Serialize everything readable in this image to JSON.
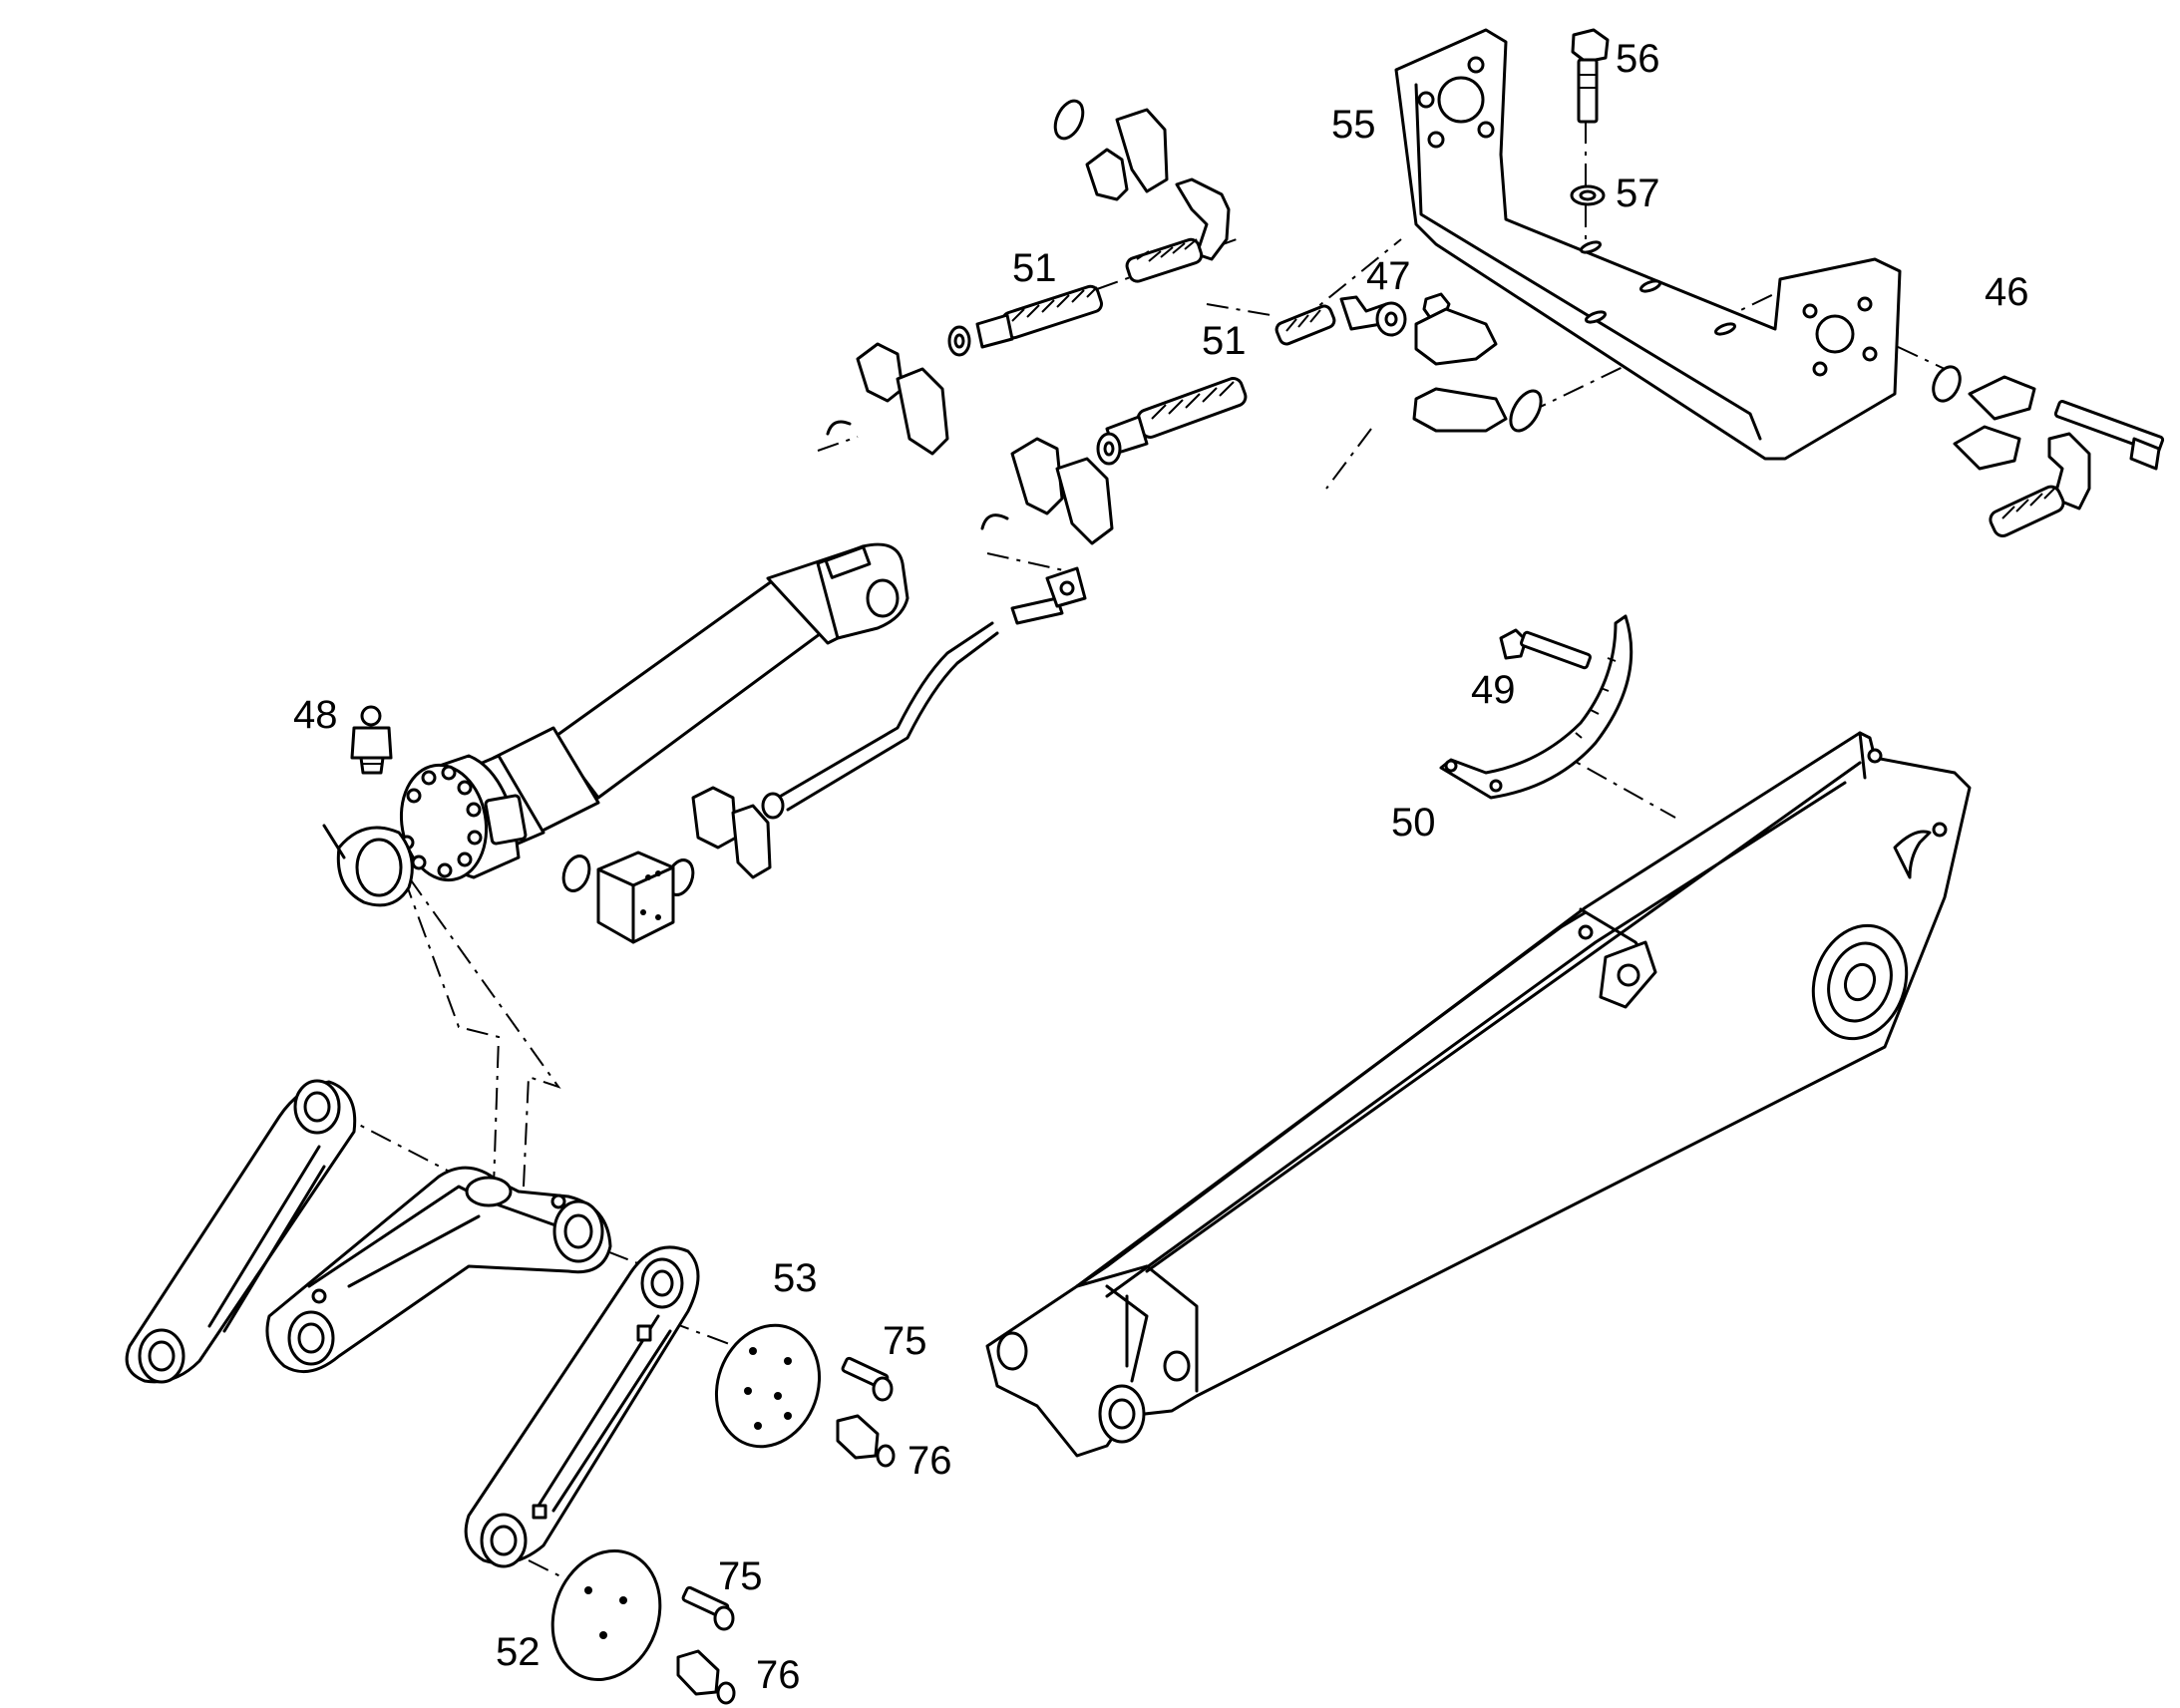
{
  "diagram": {
    "callouts": [
      "46",
      "47",
      "48",
      "49",
      "50",
      "51",
      "51",
      "52",
      "53",
      "55",
      "56",
      "57",
      "75",
      "75",
      "76",
      "76"
    ]
  }
}
